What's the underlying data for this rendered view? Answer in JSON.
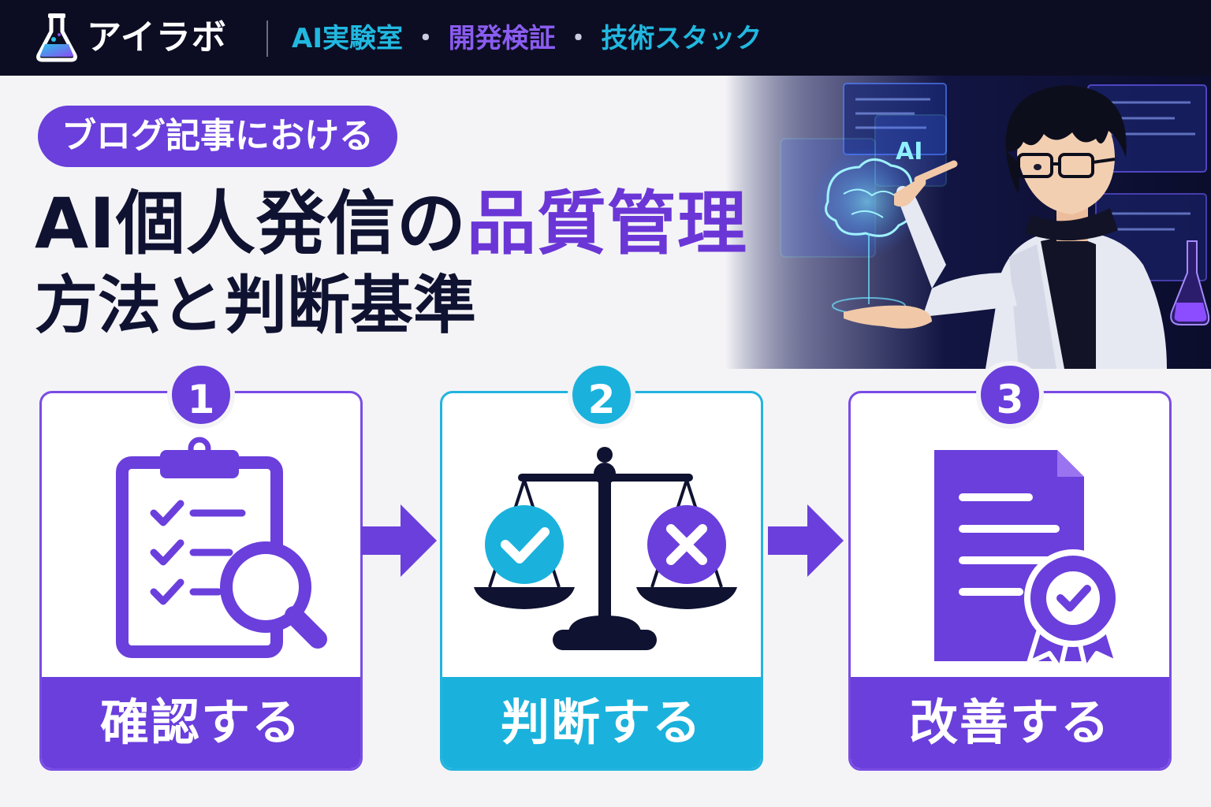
{
  "header": {
    "brand": "アイラボ",
    "tagline_part1": "AI実験室",
    "tagline_part2": "開発検証",
    "tagline_part3": "技術スタック",
    "separator": "・",
    "logo_icon": "flask-icon"
  },
  "title": {
    "pill": "ブログ記事における",
    "line1_main": "AI個人発信の",
    "line1_accent": "品質管理",
    "line2": "方法と判断基準"
  },
  "hero": {
    "screen_label": "AI"
  },
  "steps": [
    {
      "number": "1",
      "label": "確認する",
      "icon": "clipboard-check-magnifier-icon",
      "color": "#6a3fdc"
    },
    {
      "number": "2",
      "label": "判断する",
      "icon": "balance-scale-icon",
      "color": "#1ab2dc"
    },
    {
      "number": "3",
      "label": "改善する",
      "icon": "certified-document-icon",
      "color": "#6a3fdc"
    }
  ],
  "colors": {
    "purple": "#6a3fdc",
    "cyan": "#1ab2dc",
    "navy": "#0f1230",
    "topbar": "#0c0d22"
  }
}
